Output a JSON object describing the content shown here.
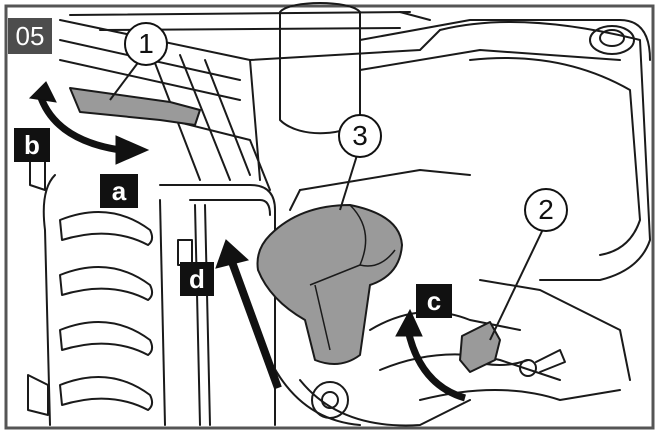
{
  "step": "05",
  "callouts": [
    "1",
    "2",
    "3"
  ],
  "actions": [
    "a",
    "b",
    "c",
    "d"
  ],
  "colors": {
    "part_fill": "#9a9a9a",
    "line": "#1a1a1a",
    "badge": "#4d4d4d",
    "label_box": "#111111"
  }
}
